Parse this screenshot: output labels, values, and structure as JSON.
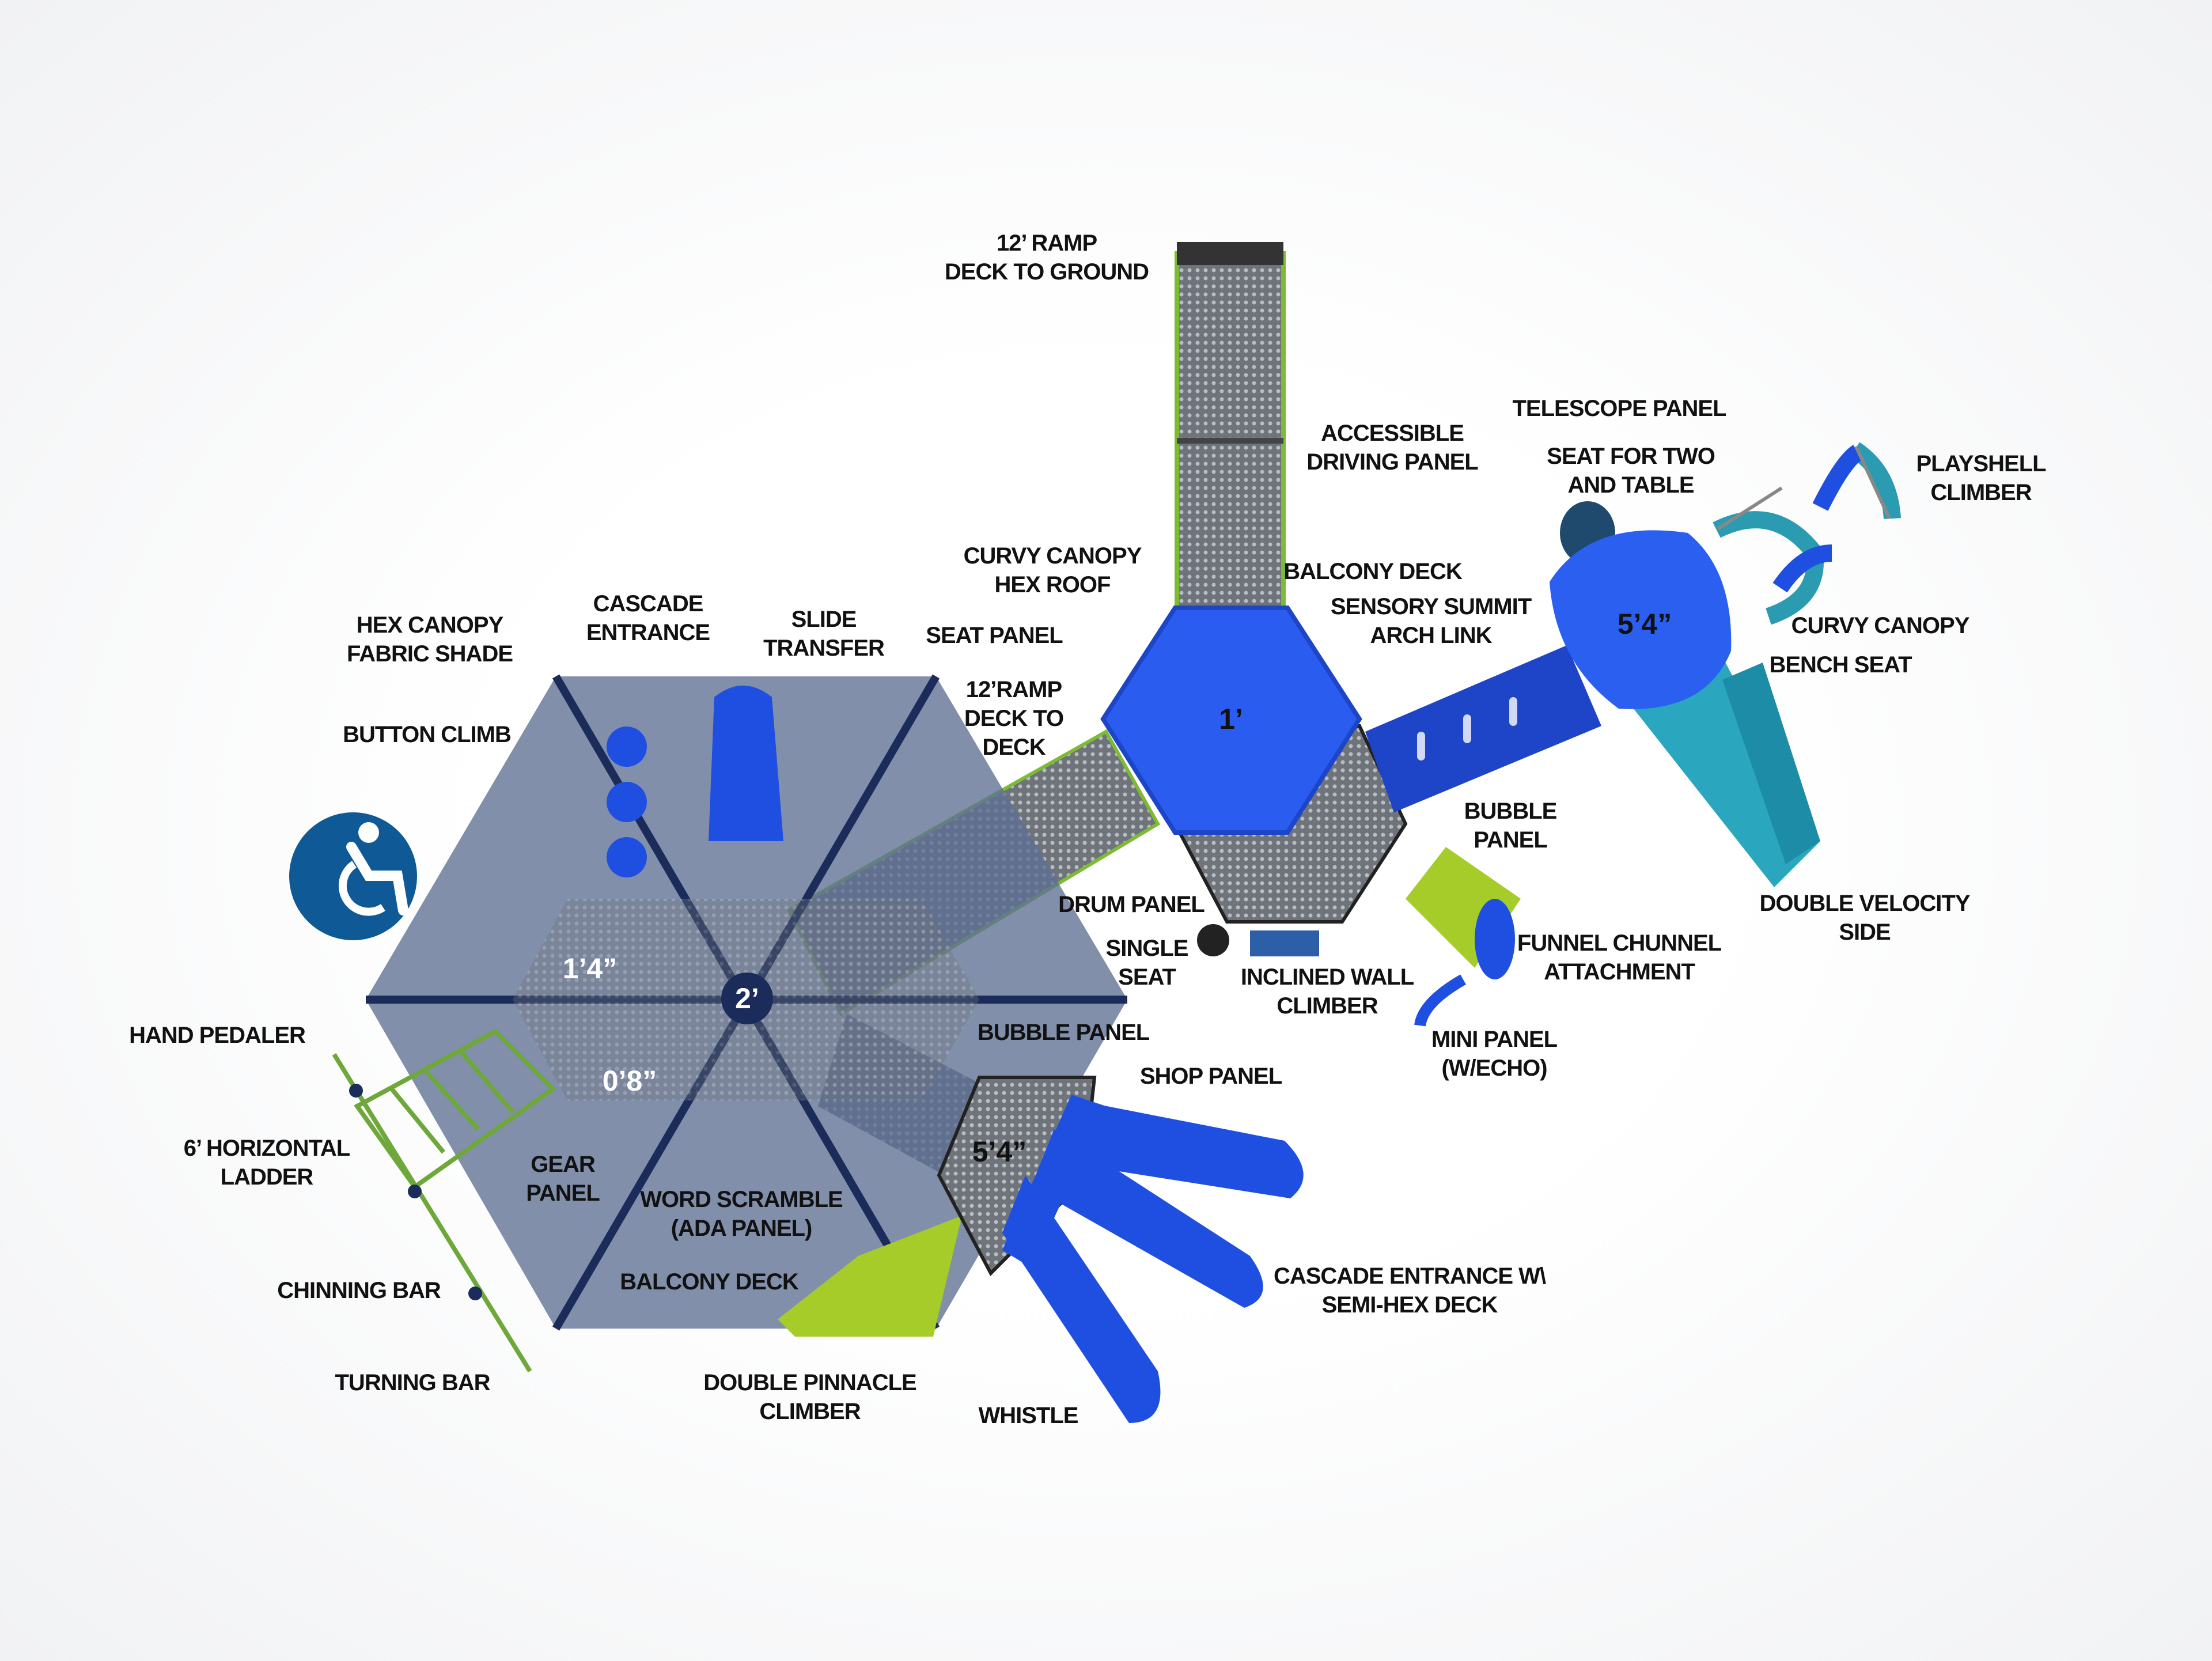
{
  "labels": [
    {
      "id": "ramp-deck-to-ground",
      "lines": [
        "12’ RAMP",
        "DECK TO GROUND"
      ]
    },
    {
      "id": "accessible-driving-panel",
      "lines": [
        "ACCESSIBLE",
        "DRIVING PANEL"
      ]
    },
    {
      "id": "telescope-panel",
      "lines": [
        "TELESCOPE PANEL"
      ]
    },
    {
      "id": "seat-for-two-and-table",
      "lines": [
        "SEAT FOR TWO",
        "AND TABLE"
      ]
    },
    {
      "id": "playshell-climber",
      "lines": [
        "PLAYSHELL",
        "CLIMBER"
      ]
    },
    {
      "id": "curvy-canopy-hex-roof",
      "lines": [
        "CURVY CANOPY",
        "HEX ROOF"
      ]
    },
    {
      "id": "balcony-deck-top",
      "lines": [
        "BALCONY DECK"
      ]
    },
    {
      "id": "sensory-summit-arch-link",
      "lines": [
        "SENSORY SUMMIT",
        "ARCH LINK"
      ]
    },
    {
      "id": "curvy-canopy",
      "lines": [
        "CURVY CANOPY"
      ]
    },
    {
      "id": "bench-seat",
      "lines": [
        "BENCH SEAT"
      ]
    },
    {
      "id": "hex-canopy-fabric-shade",
      "lines": [
        "HEX CANOPY",
        "FABRIC SHADE"
      ]
    },
    {
      "id": "cascade-entrance",
      "lines": [
        "CASCADE",
        "ENTRANCE"
      ]
    },
    {
      "id": "slide-transfer",
      "lines": [
        "SLIDE",
        "TRANSFER"
      ]
    },
    {
      "id": "seat-panel",
      "lines": [
        "SEAT PANEL"
      ]
    },
    {
      "id": "ramp-deck-to-deck",
      "lines": [
        "12’RAMP",
        "DECK TO",
        "DECK"
      ]
    },
    {
      "id": "button-climb",
      "lines": [
        "BUTTON CLIMB"
      ]
    },
    {
      "id": "bubble-panel-right",
      "lines": [
        "BUBBLE",
        "PANEL"
      ]
    },
    {
      "id": "double-velocity-side",
      "lines": [
        "DOUBLE VELOCITY",
        "SIDE"
      ]
    },
    {
      "id": "drum-panel",
      "lines": [
        "DRUM PANEL"
      ]
    },
    {
      "id": "single-seat",
      "lines": [
        "SINGLE",
        "SEAT"
      ]
    },
    {
      "id": "inclined-wall-climber",
      "lines": [
        "INCLINED WALL",
        "CLIMBER"
      ]
    },
    {
      "id": "funnel-chunnel-attachment",
      "lines": [
        "FUNNEL CHUNNEL",
        "ATTACHMENT"
      ]
    },
    {
      "id": "mini-panel",
      "lines": [
        "MINI PANEL",
        "(W/ECHO)"
      ]
    },
    {
      "id": "hand-pedaler",
      "lines": [
        "HAND PEDALER"
      ]
    },
    {
      "id": "bubble-panel-bottom",
      "lines": [
        "BUBBLE PANEL"
      ]
    },
    {
      "id": "shop-panel",
      "lines": [
        "SHOP PANEL"
      ]
    },
    {
      "id": "horizontal-ladder",
      "lines": [
        "6’ HORIZONTAL",
        "LADDER"
      ]
    },
    {
      "id": "gear-panel",
      "lines": [
        "GEAR",
        "PANEL"
      ]
    },
    {
      "id": "word-scramble",
      "lines": [
        "WORD SCRAMBLE",
        "(ADA PANEL)"
      ]
    },
    {
      "id": "cascade-entrance-semi-hex",
      "lines": [
        "CASCADE ENTRANCE W\\",
        "SEMI-HEX DECK"
      ]
    },
    {
      "id": "chinning-bar",
      "lines": [
        "CHINNING BAR"
      ]
    },
    {
      "id": "balcony-deck-bottom",
      "lines": [
        "BALCONY DECK"
      ]
    },
    {
      "id": "turning-bar",
      "lines": [
        "TURNING BAR"
      ]
    },
    {
      "id": "double-pinnacle-climber",
      "lines": [
        "DOUBLE PINNACLE",
        "CLIMBER"
      ]
    },
    {
      "id": "whistle",
      "lines": [
        "WHISTLE"
      ]
    }
  ],
  "heights": [
    {
      "id": "hex-roof",
      "text": "1’",
      "color": "#111111"
    },
    {
      "id": "main-deck",
      "text": "2’",
      "color": "#ffffff"
    },
    {
      "id": "left-deck",
      "text": "1’4”",
      "color": "#ffffff"
    },
    {
      "id": "lower-left-deck",
      "text": "0’8”",
      "color": "#ffffff"
    },
    {
      "id": "right-tower",
      "text": "5’4”",
      "color": "#111111"
    },
    {
      "id": "semi-hex-deck",
      "text": "5’4”",
      "color": "#111111"
    }
  ],
  "colors": {
    "canopy": "#5d6f94",
    "canopy_frame": "#1c2c5a",
    "blue": "#1f4fe0",
    "teal": "#2a9bb0",
    "lime": "#a6cc2a",
    "deck": "#7b7f86",
    "ada": "#0f5a96"
  },
  "icons": {
    "accessibility": "wheelchair-icon"
  }
}
